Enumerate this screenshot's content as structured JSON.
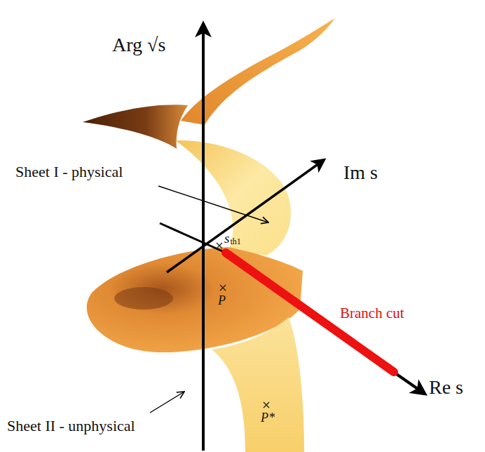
{
  "diagram": {
    "labels": [
      "Arg √s",
      "Sheet I - physical",
      "Im s",
      "s",
      "th1",
      "P",
      "Branch cut",
      "Re s",
      "Sheet II - unphysical",
      "P*"
    ]
  }
}
